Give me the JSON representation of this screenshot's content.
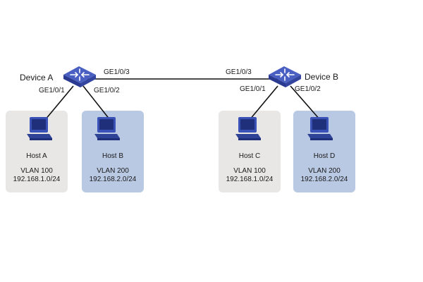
{
  "devices": {
    "a": {
      "name": "Device A",
      "ports": {
        "up": "GE1/0/1",
        "right": "GE1/0/2",
        "uplink": "GE1/0/3"
      }
    },
    "b": {
      "name": "Device B",
      "ports": {
        "uplink": "GE1/0/3",
        "up": "GE1/0/1",
        "right": "GE1/0/2"
      }
    }
  },
  "hosts": [
    {
      "name": "Host A",
      "vlan": "VLAN 100",
      "subnet": "192.168.1.0/24",
      "panel_color": "#e9e7e6"
    },
    {
      "name": "Host B",
      "vlan": "VLAN 200",
      "subnet": "192.168.2.0/24",
      "panel_color": "#b9c8e3"
    },
    {
      "name": "Host C",
      "vlan": "VLAN 100",
      "subnet": "192.168.1.0/24",
      "panel_color": "#e9e7e6"
    },
    {
      "name": "Host D",
      "vlan": "VLAN 200",
      "subnet": "192.168.2.0/24",
      "panel_color": "#b9c8e3"
    }
  ],
  "colors": {
    "switch_top": "#4a5fc2",
    "switch_side": "#2b3a91",
    "computer_body": "#3a52b8",
    "computer_dark": "#1f2f7a",
    "link": "#111111"
  },
  "icons": {
    "switch": "switch-icon",
    "computer": "computer-icon"
  }
}
